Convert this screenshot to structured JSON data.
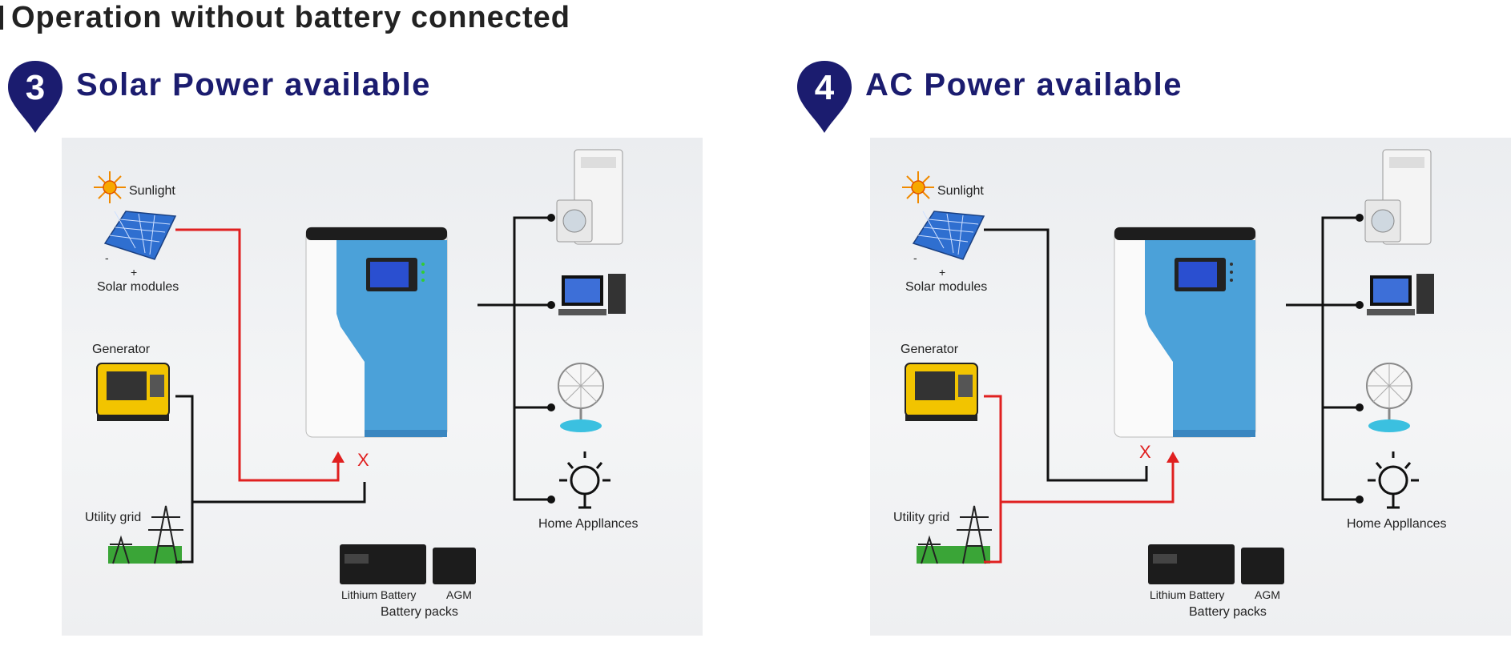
{
  "page": {
    "title": "Operation without battery connected"
  },
  "sections": [
    {
      "number": "3",
      "title": "Solar Power available",
      "colors": {
        "pv_line": "#e02020",
        "ac_line": "#111111"
      },
      "labels": {
        "sunlight": "Sunlight",
        "solar_modules": "Solar modules",
        "minus": "-",
        "plus": "+",
        "generator": "Generator",
        "utility_grid": "Utility grid",
        "home_appliances": "Home Appllances",
        "lithium_battery": "Lithium Battery",
        "agm": "AGM",
        "battery_packs": "Battery packs",
        "blocked_mark": "X"
      }
    },
    {
      "number": "4",
      "title": "AC Power available",
      "colors": {
        "pv_line": "#111111",
        "ac_line": "#e02020"
      },
      "labels": {
        "sunlight": "Sunlight",
        "solar_modules": "Solar modules",
        "minus": "-",
        "plus": "+",
        "generator": "Generator",
        "utility_grid": "Utility grid",
        "home_appliances": "Home Appllances",
        "lithium_battery": "Lithium Battery",
        "agm": "AGM",
        "battery_packs": "Battery packs",
        "blocked_mark": "X"
      }
    }
  ]
}
